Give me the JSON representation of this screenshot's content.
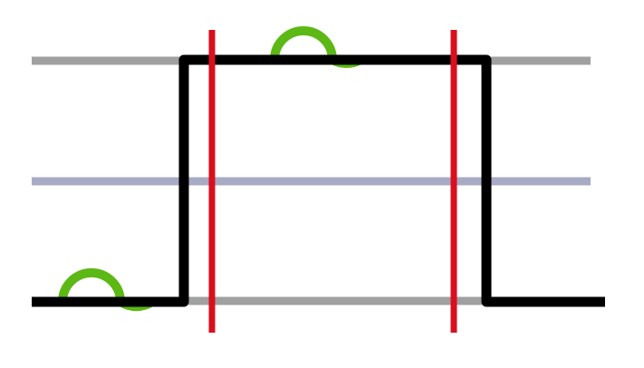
{
  "colors": {
    "background": "#ffffff",
    "high_reference_line": "#a0a0a0",
    "mid_reference_line": "#a8abc4",
    "low_reference_line": "#a0a0a0",
    "pulse_signal": "#000000",
    "marker_lines": "#d8101e",
    "transition_symbols": "#5cb814"
  },
  "elements": {
    "reference_levels": [
      "high",
      "mid",
      "low"
    ],
    "signal": "rectangular-pulse",
    "markers": 2,
    "symbols": [
      "sine-marker-low",
      "sine-marker-high"
    ]
  }
}
